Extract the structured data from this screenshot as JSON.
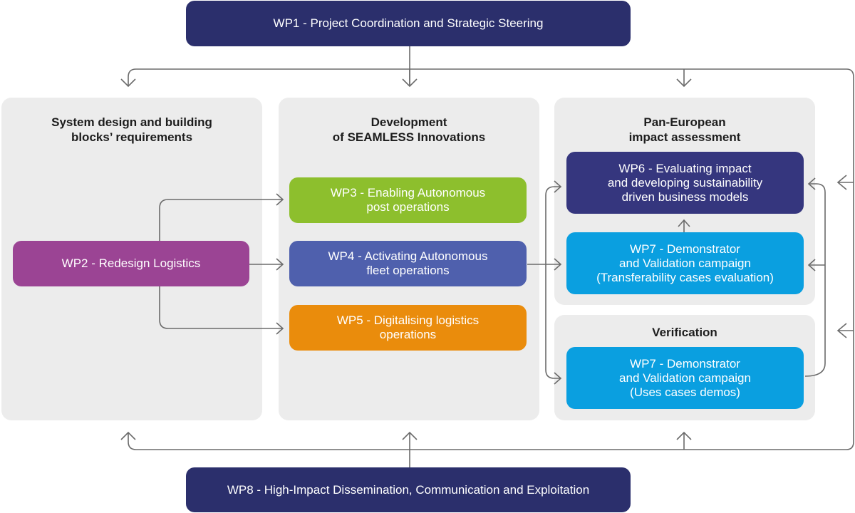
{
  "colors": {
    "navy": "#2b2f6c",
    "panel_bg": "#ececec",
    "purple": "#9b4494",
    "green": "#8dbf2d",
    "slate_blue": "#4f60ad",
    "orange": "#ea8c0c",
    "indigo": "#35367e",
    "cyan": "#0a9fe0",
    "connector": "#6b6b6b"
  },
  "wp1": {
    "label": "WP1 - Project Coordination and Strategic Steering"
  },
  "wp8": {
    "label": "WP8 - High-Impact Dissemination, Communication and Exploitation"
  },
  "panels": {
    "system_design": {
      "title": "System design and building\nblocks’ requirements"
    },
    "development": {
      "title": "Development\nof SEAMLESS Innovations"
    },
    "pan_european": {
      "title": "Pan-European\nimpact assessment"
    },
    "verification": {
      "title": "Verification"
    }
  },
  "boxes": {
    "wp2": "WP2 - Redesign Logistics",
    "wp3": "WP3 - Enabling Autonomous\npost operations",
    "wp4": "WP4 - Activating Autonomous\nfleet operations",
    "wp5": "WP5 - Digitalising logistics\noperations",
    "wp6": "WP6 - Evaluating impact\nand developing sustainability\ndriven business models",
    "wp7_transferability": "WP7 - Demonstrator\nand Validation campaign\n(Transferability cases evaluation)",
    "wp7_uses_cases": "WP7 - Demonstrator\nand Validation campaign\n(Uses cases demos)"
  }
}
